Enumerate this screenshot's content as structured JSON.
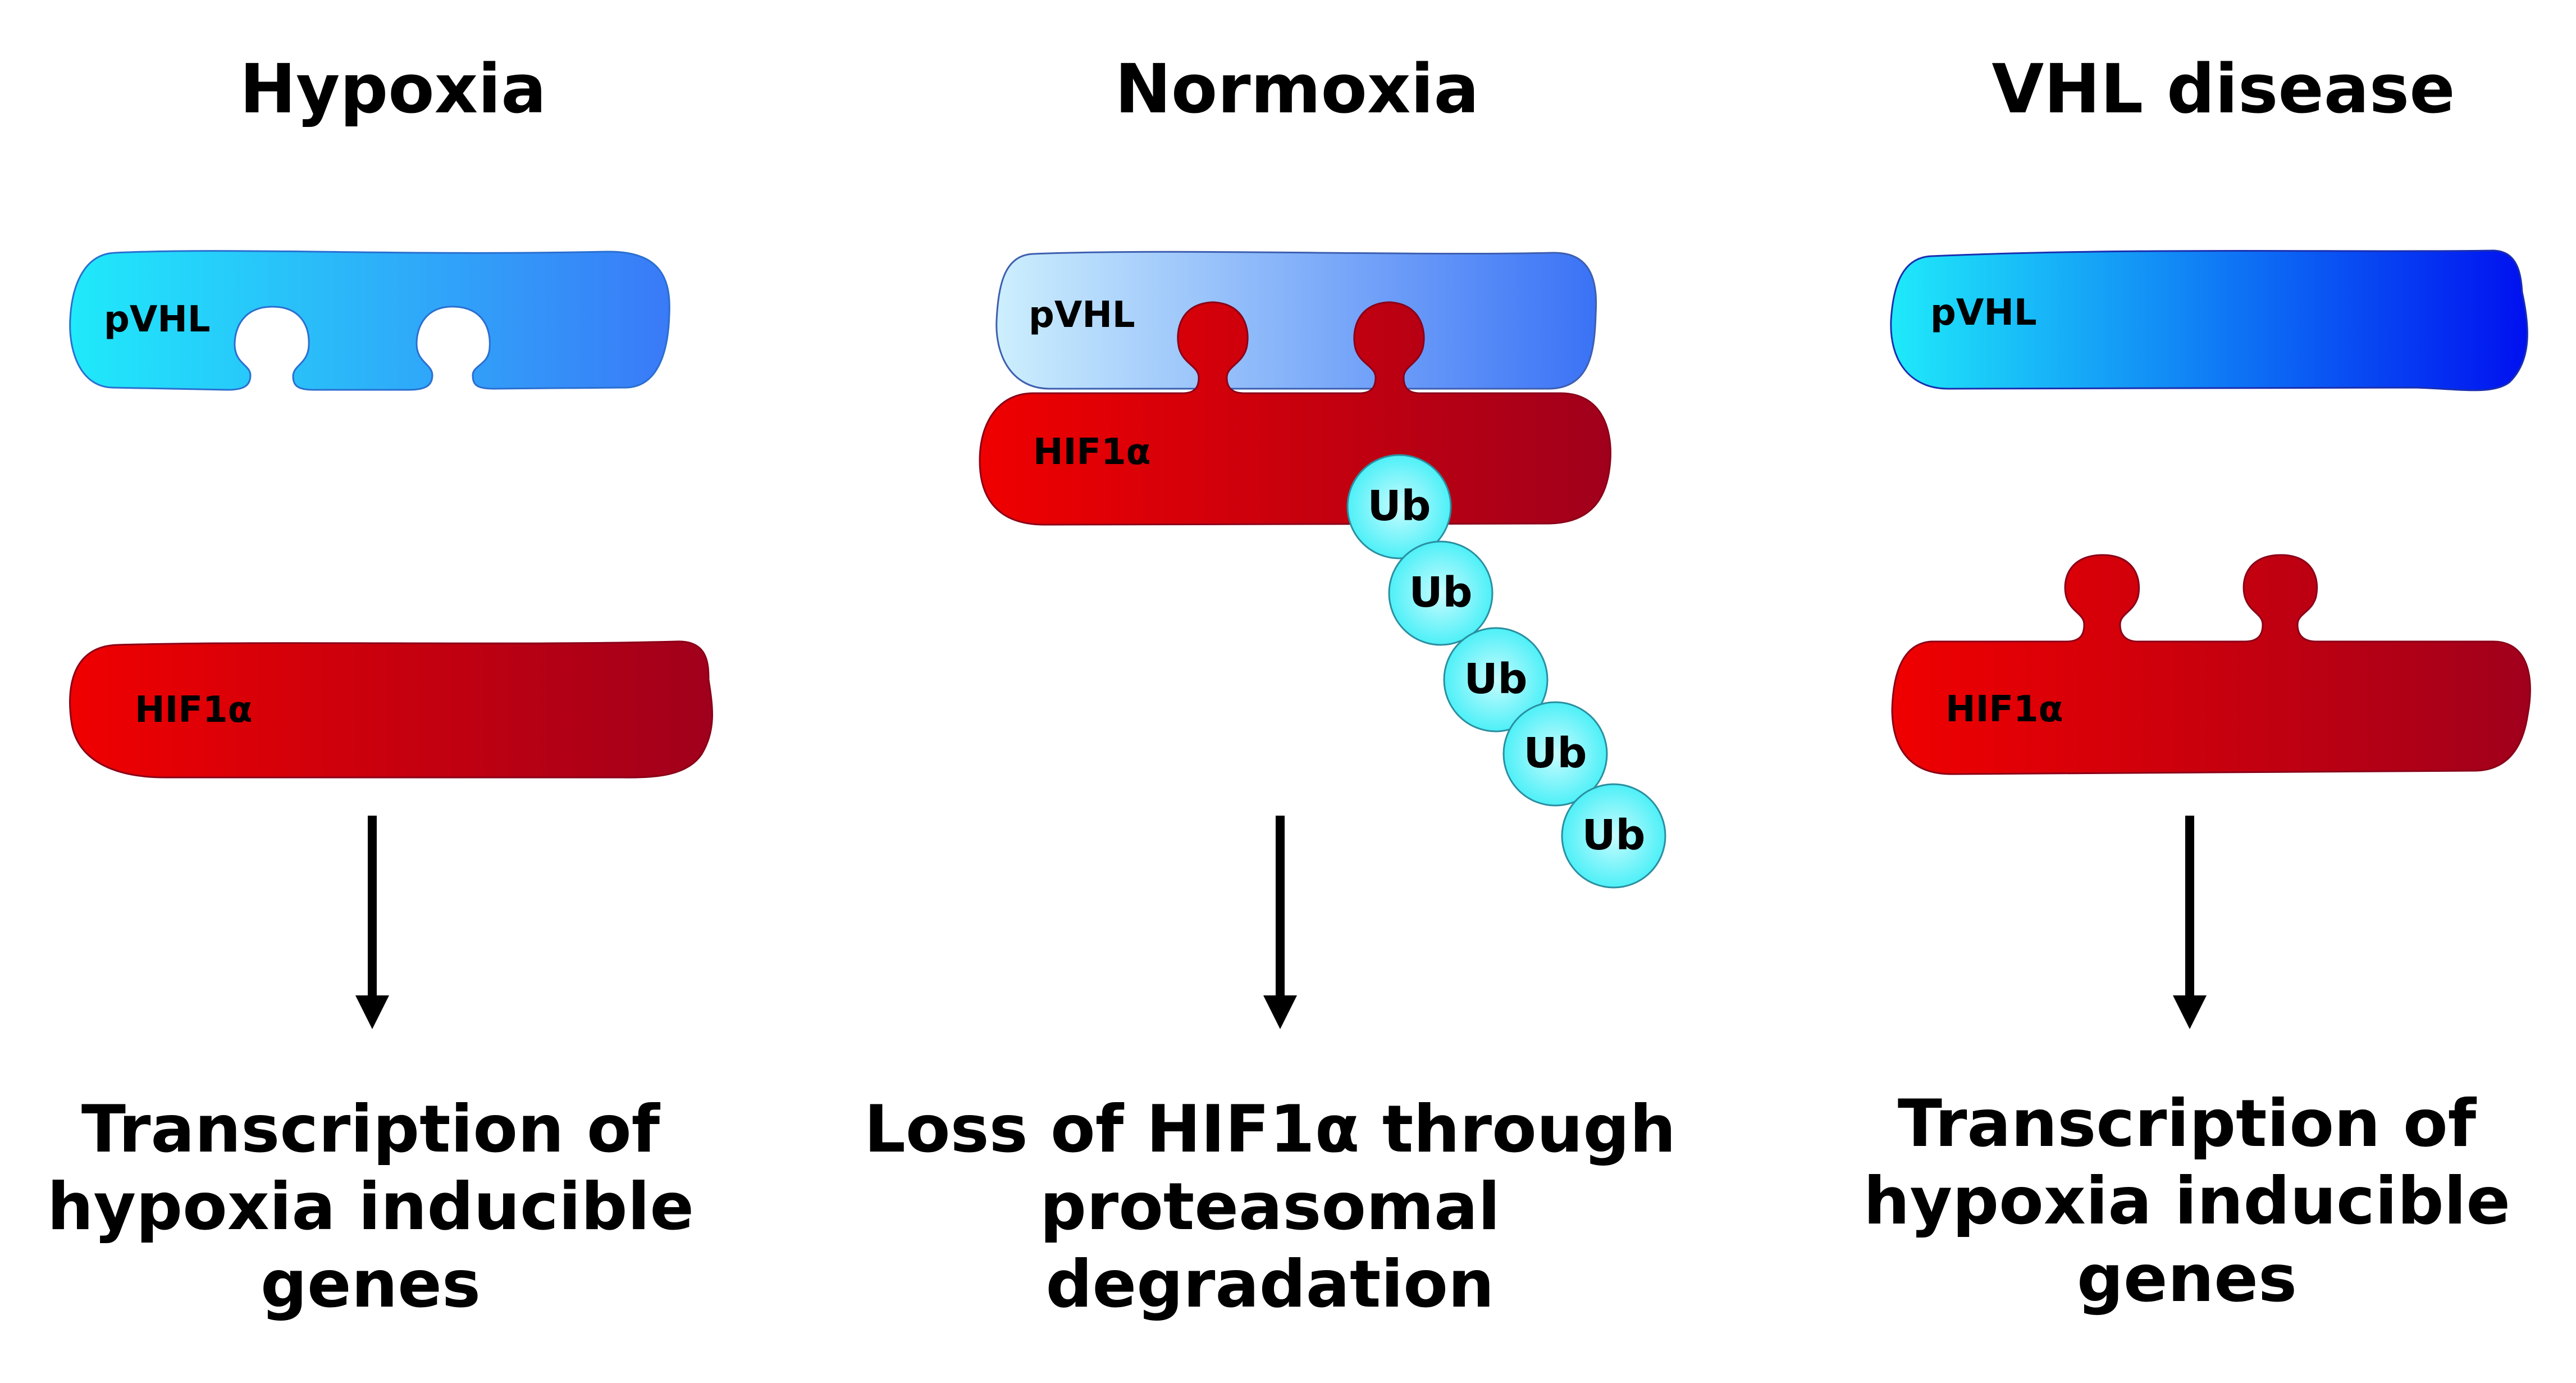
{
  "panels": {
    "hypoxia": {
      "title": "Hypoxia",
      "pvhl_label": "pVHL",
      "hif_label": "HIF1α",
      "caption": [
        "Transcription of",
        "hypoxia inducible",
        "genes"
      ]
    },
    "normoxia": {
      "title": "Normoxia",
      "pvhl_label": "pVHL",
      "hif_label": "HIF1α",
      "ub_labels": [
        "Ub",
        "Ub",
        "Ub",
        "Ub",
        "Ub"
      ],
      "caption": [
        "Loss of HIF1α through",
        "proteasomal",
        "degradation"
      ]
    },
    "vhl_disease": {
      "title": "VHL disease",
      "pvhl_label": "pVHL",
      "hif_label": "HIF1α",
      "caption": [
        "Transcription of",
        "hypoxia inducible",
        "genes"
      ]
    }
  },
  "colors": {
    "pvhl_light": "#1FEAFA",
    "pvhl_mid": "#3A7AF8",
    "pvhl_pale": "#CDEFFD",
    "pvhl_dark": "#0010F0",
    "hif_red": "#F00000",
    "hif_dark": "#A0001C",
    "ub_fill": "#5CF2F8",
    "ub_fill_center": "#C8FCFE"
  }
}
